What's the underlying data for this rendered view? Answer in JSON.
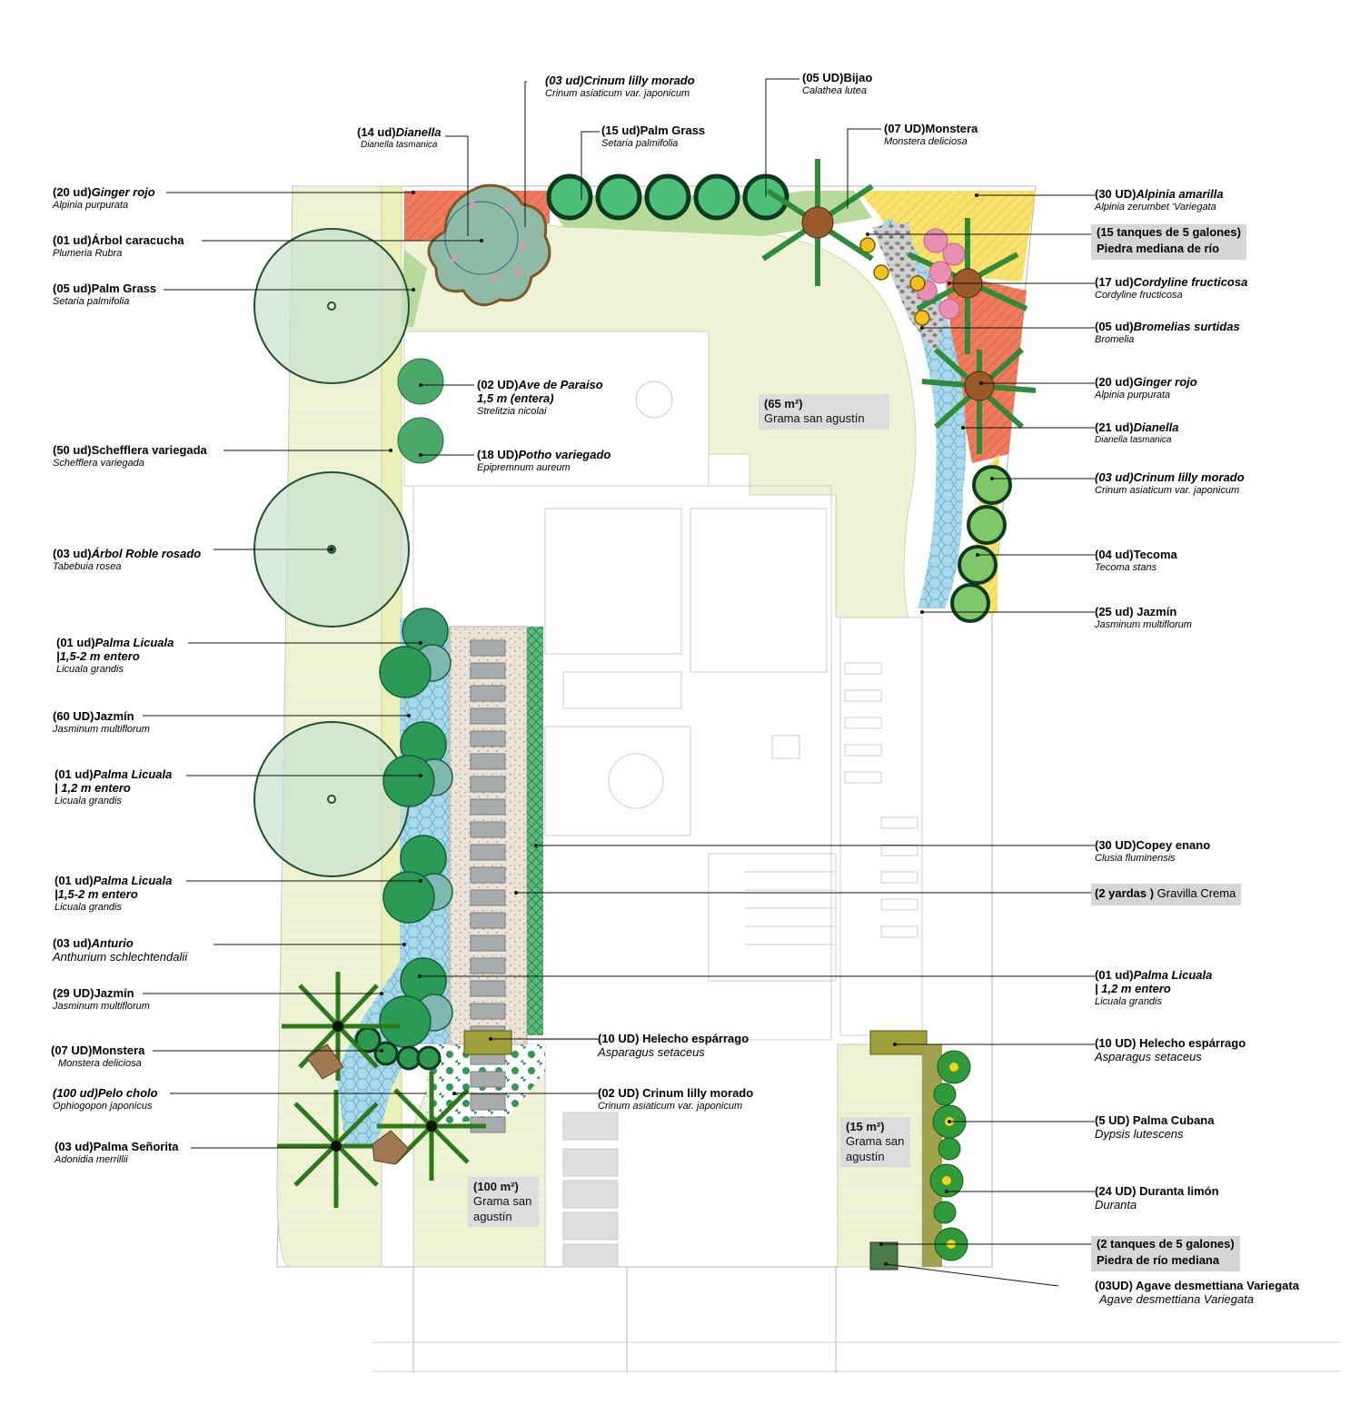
{
  "labels_left": [
    {
      "id": "ginger-rojo-left",
      "title": "(20 ud)",
      "title_i": "Ginger rojo",
      "sub": "Alpinia purpurata"
    },
    {
      "id": "arbol-caracucha",
      "title": "(01 ud)Árbol caracucha",
      "sub": "Plumeria Rubra"
    },
    {
      "id": "palm-grass-left",
      "title": "(05 ud)Palm Grass",
      "sub": "Setaria palmifolia"
    },
    {
      "id": "schefflera",
      "title": "(50 ud)Schefflera variegada",
      "sub": "Schefflera variegada"
    },
    {
      "id": "roble-rosado",
      "title": "(03 ud)",
      "title_i": "Árbol Roble rosado",
      "sub": "Tabebuia rosea"
    },
    {
      "id": "licuala-1",
      "title": "(01 ud)",
      "title_i": "Palma Licuala",
      "line2": "|1,5-2 m entero",
      "sub": "Licuala grandis"
    },
    {
      "id": "jazmin-60",
      "title": "(60 UD)Jazmín",
      "sub": "Jasminum multiflorum"
    },
    {
      "id": "licuala-2",
      "title": "(01 ud)",
      "title_i": "Palma Licuala",
      "line2": "|  1,2 m entero",
      "sub": "Licuala grandis"
    },
    {
      "id": "licuala-3",
      "title": "(01 ud)",
      "title_i": "Palma Licuala",
      "line2": "|1,5-2 m entero",
      "sub": "Licuala grandis"
    },
    {
      "id": "anturio",
      "title": "(03 ud)",
      "title_i": "Anturio",
      "sub": "Anthurium schlechtendalii"
    },
    {
      "id": "jazmin-29",
      "title": "(29 UD)Jazmín",
      "sub": "Jasminum multiflorum"
    },
    {
      "id": "monstera-left",
      "title": "(07 UD)Monstera",
      "sub": "Monstera deliciosa"
    },
    {
      "id": "pelo-cholo",
      "title": "(100 ud)Pelo cholo",
      "sub": "Ophiogopon japonicus"
    },
    {
      "id": "palma-senorita",
      "title": "(03 ud)Palma Señorita",
      "sub": "Adonidia merrillii"
    }
  ],
  "labels_top": [
    {
      "id": "dianella-top",
      "title": "(14 ud)",
      "title_i": "Dianella",
      "sub": "Dianella tasmanica"
    },
    {
      "id": "crinum-top",
      "title_i": "(03 ud)Crinum lilly morado",
      "sub": "Crinum asiaticum var. japonicum"
    },
    {
      "id": "palm-grass-top",
      "title": "(15 ud)Palm Grass",
      "sub": "Setaria palmifolia"
    },
    {
      "id": "bijao",
      "title": "(05 UD)Bijao",
      "sub": "Calathea lutea"
    },
    {
      "id": "monstera-top",
      "title": "(07 UD)Monstera",
      "sub": "Monstera deliciosa"
    }
  ],
  "labels_right": [
    {
      "id": "alpinia-amarilla",
      "title": "(30 UD)",
      "title_i": "Alpinia amarilla",
      "sub": "Alpinia zerumbet 'Variegata"
    },
    {
      "id": "tanques-15",
      "title": "(15 tanques de 5 galones)",
      "line2": "Piedra mediana de río",
      "boxed": true
    },
    {
      "id": "cordyline",
      "title": "(17 ud)",
      "title_i": "Cordyline fructicosa",
      "sub": "Cordyline fructicosa"
    },
    {
      "id": "bromelias",
      "title": "(05 ud)",
      "title_i": "Bromelias surtidas",
      "sub": "Bromelia"
    },
    {
      "id": "ginger-rojo-right",
      "title": "(20 ud)",
      "title_i": "Ginger rojo",
      "sub": "Alpinia purpurata"
    },
    {
      "id": "dianella-right",
      "title": "(21 ud)",
      "title_i": "Dianella",
      "sub": "Dianella tasmanica"
    },
    {
      "id": "crinum-right",
      "title_i": "(03 ud)Crinum lilly morado",
      "sub": "Crinum asiaticum var. japonicum"
    },
    {
      "id": "tecoma",
      "title": "(04 ud)Tecoma",
      "sub": "Tecoma stans"
    },
    {
      "id": "jazmin-25",
      "title": "(25 ud) Jazmín",
      "sub": "Jasminum multiflorum"
    },
    {
      "id": "copey",
      "title": "(30 UD)Copey enano",
      "sub": "Clusia fluminensis"
    },
    {
      "id": "gravilla",
      "title": "(2 yardas )",
      "title_n": " Gravilla Crema",
      "boxed": true
    },
    {
      "id": "licuala-4",
      "title": "(01 ud)",
      "title_i": "Palma Licuala",
      "line2": "|  1,2 m entero",
      "sub": "Licuala grandis"
    },
    {
      "id": "helecho-right",
      "title": "(10 UD) Helecho espárrago",
      "sub": "Asparagus setaceus"
    },
    {
      "id": "palma-cubana",
      "title": "(5 UD) Palma Cubana",
      "sub": "Dypsis lutescens"
    },
    {
      "id": "duranta",
      "title": "(24 UD) Duranta limón",
      "sub": "Duranta"
    },
    {
      "id": "tanques-2",
      "title": "(2 tanques de 5 galones)",
      "line2": "Piedra de río mediana",
      "boxed": true
    },
    {
      "id": "agave",
      "title": "(03UD)  Agave desmettiana Variegata",
      "sub": "Agave desmettiana Variegata"
    }
  ],
  "labels_center": [
    {
      "id": "ave-paraiso",
      "title": "(02 UD)",
      "title_i": "Ave de Paraiso",
      "line2": "1,5 m (entera)",
      "sub": "Strelitzia nicolai"
    },
    {
      "id": "potho",
      "title": "(18 UD)",
      "title_i": "Potho variegado",
      "sub": "Epipremnum aureum"
    },
    {
      "id": "helecho-center",
      "title": "(10 UD) Helecho espárrago",
      "sub": "Asparagus setaceus"
    },
    {
      "id": "crinum-center",
      "title": "(02 UD) Crinum lilly morado",
      "sub": "Crinum asiaticum var. japonicum"
    }
  ],
  "areas": [
    {
      "id": "grama-65",
      "value": "(65 m²)",
      "text": "Grama san agustín"
    },
    {
      "id": "grama-100",
      "value": "(100 m²)",
      "text": "Grama san agustín"
    },
    {
      "id": "grama-15",
      "value": "(15 m²)",
      "text": "Grama san agustín"
    }
  ],
  "colors": {
    "lawn": "#eef3d6",
    "bed_blue": "#a8d8ea",
    "bed_red": "#ef7a5c",
    "bed_yellow": "#f7e26b",
    "bed_green": "#b7d99b",
    "bed_pink": "#e88fb3",
    "tree_fill": "#c9dfcc",
    "tree_stroke": "#1f5130",
    "shrub": "#2e8b57",
    "gravel": "#e9e0d4",
    "stone": "#9c9ea0",
    "house_line": "#c8c8c8"
  }
}
